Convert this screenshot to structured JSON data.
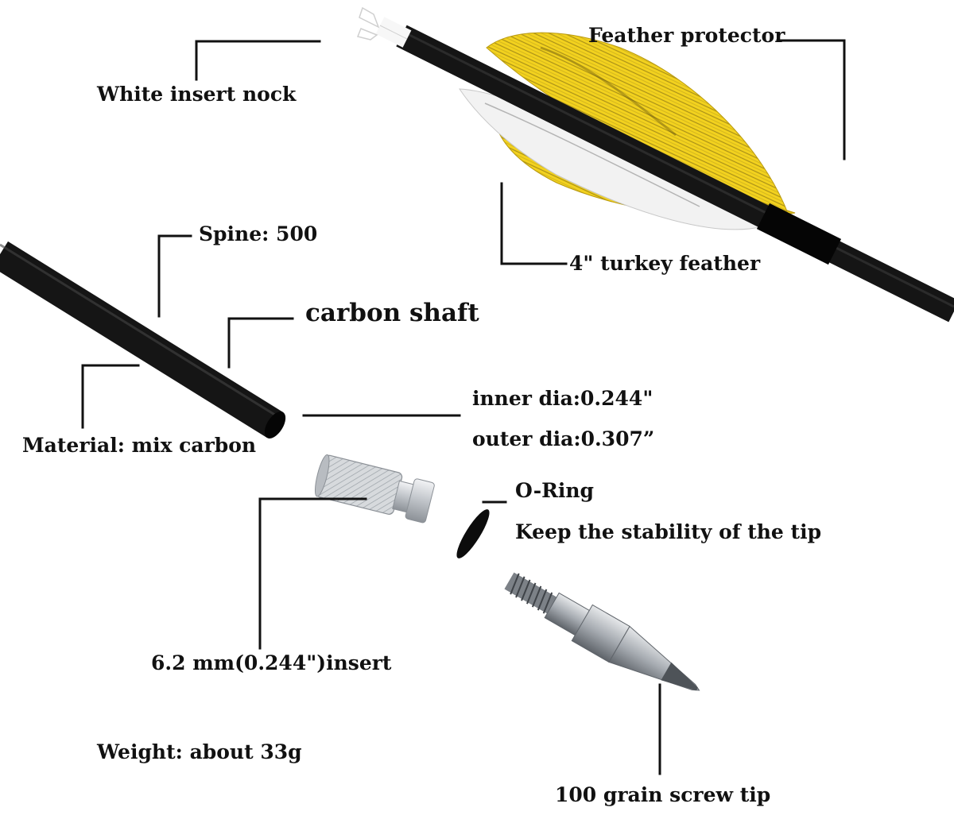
{
  "labels": {
    "white_insert_nock": "White insert nock",
    "feather_protector": "Feather protector",
    "spine": "Spine: 500",
    "carbon_shaft": "carbon shaft",
    "turkey_feather": "4\" turkey feather",
    "inner_dia": "inner dia:0.244\"",
    "outer_dia": "outer dia:0.307”",
    "material": "Material: mix carbon",
    "o_ring": "O-Ring",
    "o_ring_desc": "Keep the stability of the tip",
    "insert": "6.2 mm(0.244\")insert",
    "weight": "Weight: about 33g",
    "screw_tip": "100 grain screw tip"
  },
  "colors": {
    "text": "#111111",
    "leader_line": "#111111",
    "shaft": "#151515",
    "feather_yellow": "#f3d21e",
    "feather_white": "#f2f2f2",
    "nock": "#ffffff",
    "insert_metal": "#c9ccd1",
    "tip_metal": "#9aa0a6"
  },
  "icons": {
    "nock": "arrow-nock-icon",
    "fletching": "turkey-feather-icon",
    "shaft": "carbon-shaft-icon",
    "insert": "aluminum-insert-icon",
    "o_ring": "o-ring-icon",
    "tip": "screw-tip-icon"
  }
}
